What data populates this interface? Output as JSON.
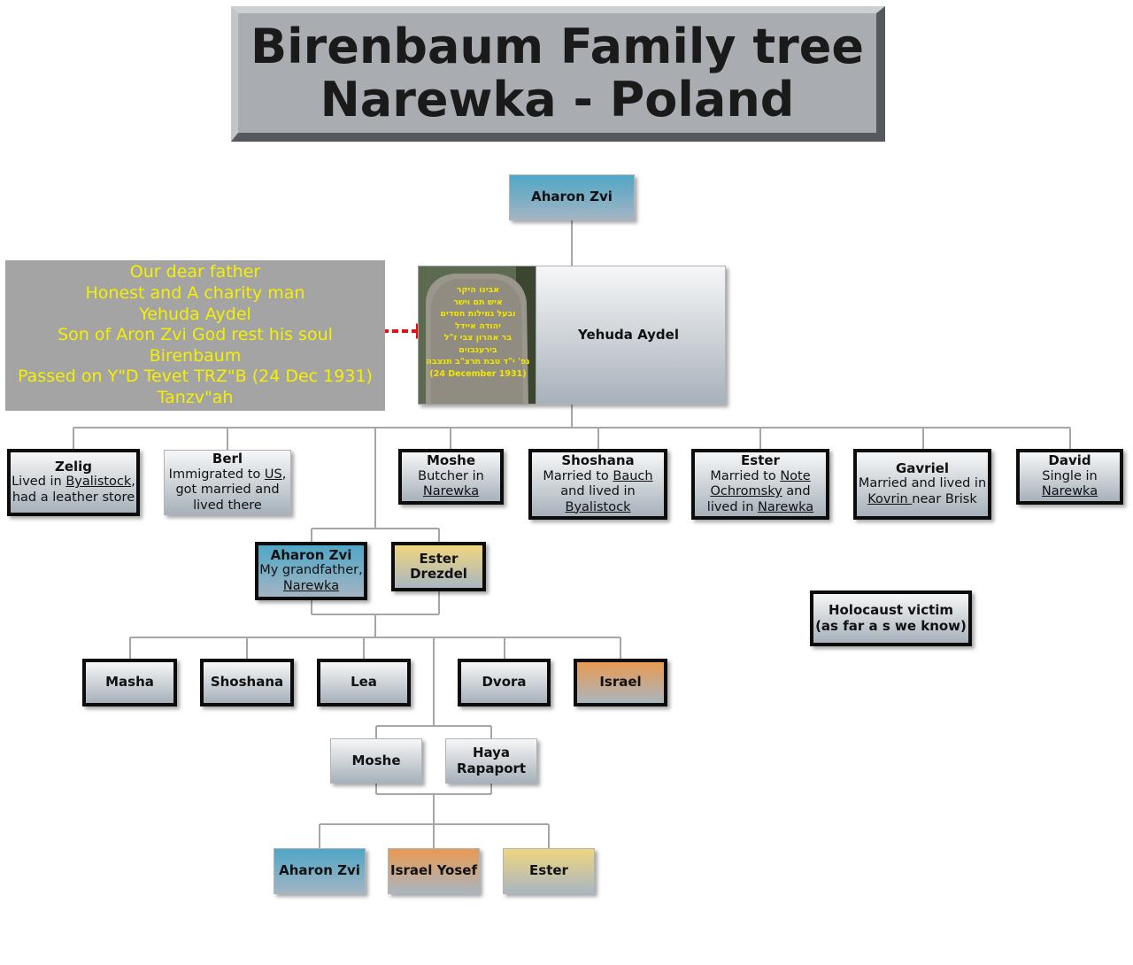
{
  "title": {
    "line1": "Birenbaum Family tree",
    "line2": "Narewka - Poland"
  },
  "root": {
    "name": "Aharon Zvi"
  },
  "parent": {
    "name": "Yehuda Aydel"
  },
  "tombstone_note": {
    "lines": [
      "Our dear father",
      "Honest and A charity man",
      "Yehuda Aydel",
      "Son of Aron Zvi God rest his soul",
      "Birenbaum",
      "Passed on Y\"D Tevet TRZ\"B (24 Dec 1931)",
      "Tanzv\"ah"
    ]
  },
  "tombstone_photo": {
    "lines": [
      "אבינו היקר",
      "איש תם וישר",
      "ובעל גמילות חסדים",
      "יהודה איידל",
      "בר אהרון צבי ז\"ל",
      "בירענבוים",
      "נפ' י\"ד טבת תרצ\"ב תנצבה",
      "(24 December 1931)"
    ]
  },
  "children": {
    "zelig": {
      "name": "Zelig",
      "t1": "Lived in ",
      "u1": "Byalistock",
      "t2": ",",
      "t3": "had a leather store"
    },
    "berl": {
      "name": "Berl",
      "t1": "Immigrated to ",
      "u1": "US",
      "t2": ",",
      "t3": "got married and",
      "t4": "lived there"
    },
    "moshe": {
      "name": "Moshe",
      "t1": "Butcher in",
      "u1": "Narewka"
    },
    "shoshana": {
      "name": "Shoshana",
      "t1": "Married to ",
      "u1": "Bauch",
      "t2": "and lived in",
      "u2": "Byalistock"
    },
    "ester": {
      "name": "Ester",
      "t1": "Married to ",
      "u1": "Note",
      "u2": "Ochromsky",
      "t2": " and",
      "t3": "lived in ",
      "u3": "Narewka"
    },
    "gavriel": {
      "name": "Gavriel",
      "t1": "Married and lived in",
      "u1": "Kovrin ",
      "t2": "near Brisk"
    },
    "david": {
      "name": "David",
      "t1": "Single in",
      "u1": "Narewka"
    }
  },
  "grandfather": {
    "name": "Aharon Zvi",
    "t1": "My grandfather,",
    "u1": "Narewka"
  },
  "grandmother": {
    "name": "Ester Drezdel"
  },
  "legend": {
    "text1": "Holocaust victim",
    "text2": "(as far a s we know)"
  },
  "grandchildren": {
    "masha": "Masha",
    "shoshana": "Shoshana",
    "lea": "Lea",
    "dvora": "Dvora",
    "israel": "Israel"
  },
  "father": {
    "name": "Moshe"
  },
  "mother": {
    "name": "Haya Rapaport"
  },
  "great_grandchildren": {
    "aharon": "Aharon Zvi",
    "israel_yosef": "Israel Yosef",
    "ester": "Ester"
  },
  "colors": {
    "title_bg": "#a9adb1",
    "note_bg": "#a4a4a4",
    "note_text": "#f5f000",
    "blue": "#4fa6c6",
    "yellow": "#efd67e",
    "orange": "#e89a52",
    "arrow": "#e31010"
  }
}
